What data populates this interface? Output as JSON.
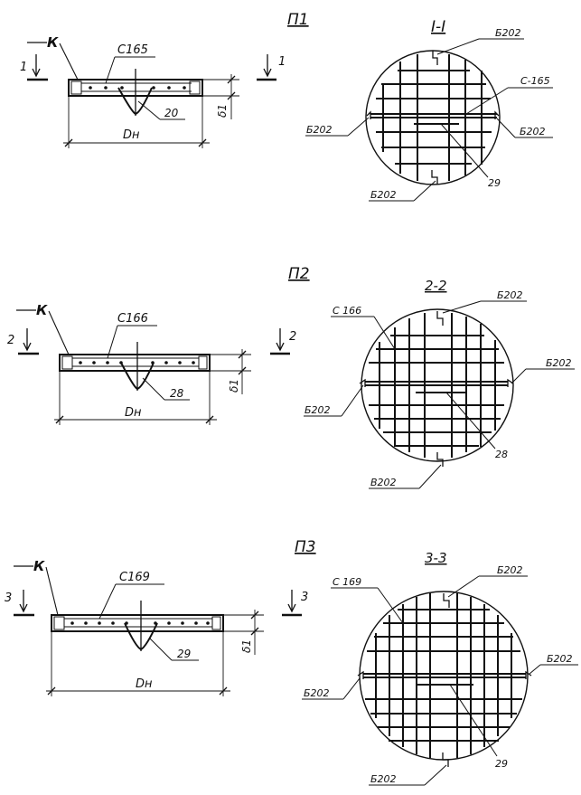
{
  "sections": [
    {
      "plate_title": "П1",
      "section_title": "I-I",
      "cut_mark": "1",
      "side_marker": "К",
      "mesh_label": "С165",
      "hook_label": "20",
      "diameter_label": "Dн",
      "thickness_label": "δ1",
      "plan_mesh_label": "С-165",
      "plan_hook_label": "29",
      "plan_bars": [
        "Б202",
        "Б202",
        "Б202",
        "Б202"
      ]
    },
    {
      "plate_title": "П2",
      "section_title": "2-2",
      "cut_mark": "2",
      "side_marker": "К",
      "mesh_label": "С166",
      "hook_label": "28",
      "diameter_label": "Dн",
      "thickness_label": "δ1",
      "plan_mesh_label": "С 166",
      "plan_hook_label": "28",
      "plan_bars": [
        "Б202",
        "Б202",
        "Б202",
        "В202"
      ]
    },
    {
      "plate_title": "П3",
      "section_title": "3-3",
      "cut_mark": "3",
      "side_marker": "К",
      "mesh_label": "С169",
      "hook_label": "29",
      "diameter_label": "Dн",
      "thickness_label": "δ1",
      "plan_mesh_label": "С 169",
      "plan_hook_label": "29",
      "plan_bars": [
        "Б202",
        "Б202",
        "Б202",
        "Б202"
      ]
    }
  ]
}
